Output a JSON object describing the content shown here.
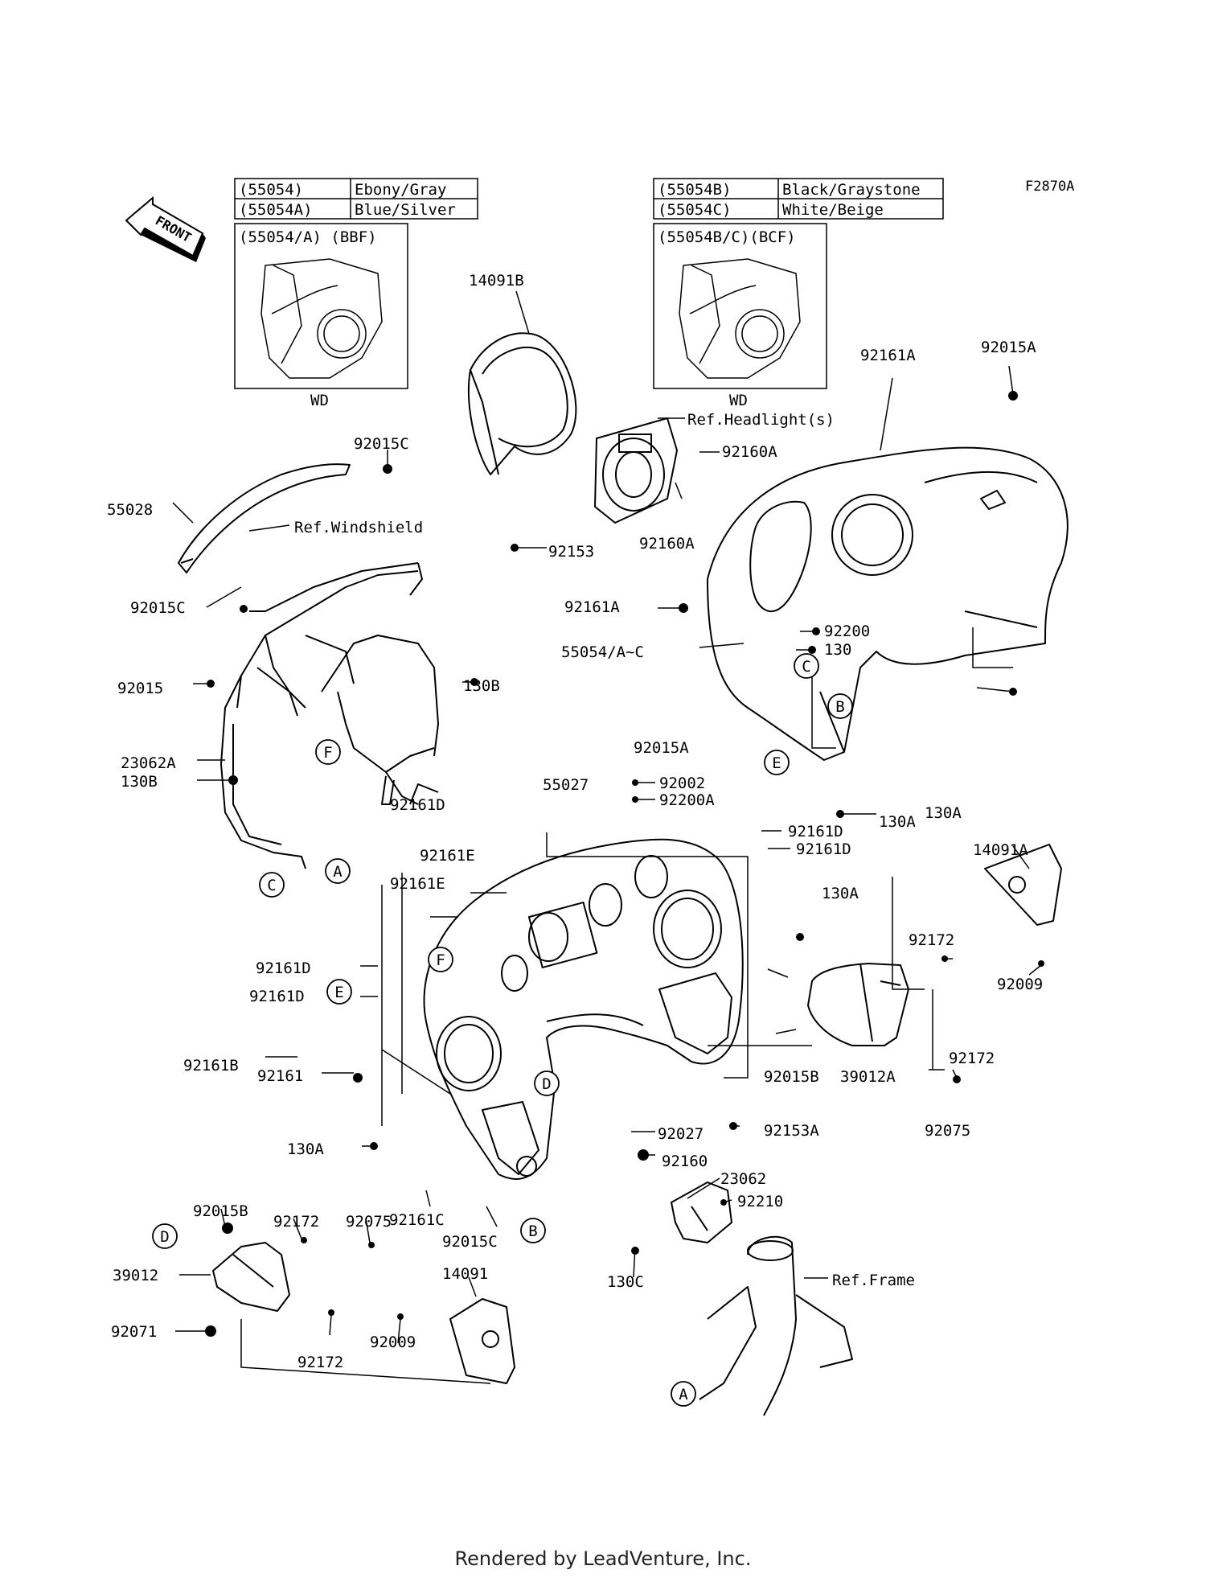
{
  "diagram": {
    "code": "F2870A",
    "front_label": "FRONT",
    "color_tables": [
      {
        "rows": [
          {
            "part": "(55054)",
            "color": "Ebony/Gray"
          },
          {
            "part": "(55054A)",
            "color": "Blue/Silver"
          }
        ],
        "variant": "(55054/A) (BBF)",
        "model": "WD"
      },
      {
        "rows": [
          {
            "part": "(55054B)",
            "color": "Black/Graystone"
          },
          {
            "part": "(55054C)",
            "color": "White/Beige"
          }
        ],
        "variant": "(55054B/C)(BCF)",
        "model": "WD"
      }
    ],
    "labels": [
      "14091B",
      "Ref.Headlight(s)",
      "92160A",
      "92160A",
      "92153",
      "92015A",
      "92161A",
      "92015C",
      "55028",
      "Ref.Windshield",
      "92015C",
      "92015",
      "130B",
      "23062A",
      "130B",
      "92161D",
      "92161A",
      "92200",
      "130",
      "55054/A~C",
      "130A",
      "92015A",
      "130A",
      "92002",
      "92200A",
      "55027",
      "92161D",
      "92161D",
      "92161E",
      "92161E",
      "130A",
      "14091A",
      "92172",
      "92009",
      "92161D",
      "92161D",
      "92161B",
      "92161",
      "130A",
      "92015B",
      "39012A",
      "92172",
      "92075",
      "92153A",
      "92027",
      "92160",
      "23062",
      "92210",
      "92161C",
      "92015C",
      "130C",
      "Ref.Frame",
      "92015B",
      "92172",
      "92075",
      "39012",
      "14091",
      "92071",
      "92009",
      "92172"
    ],
    "callouts": [
      "F",
      "C",
      "B",
      "E",
      "C",
      "A",
      "F",
      "E",
      "D",
      "B",
      "D",
      "A"
    ]
  },
  "footer": "Rendered by LeadVenture, Inc."
}
